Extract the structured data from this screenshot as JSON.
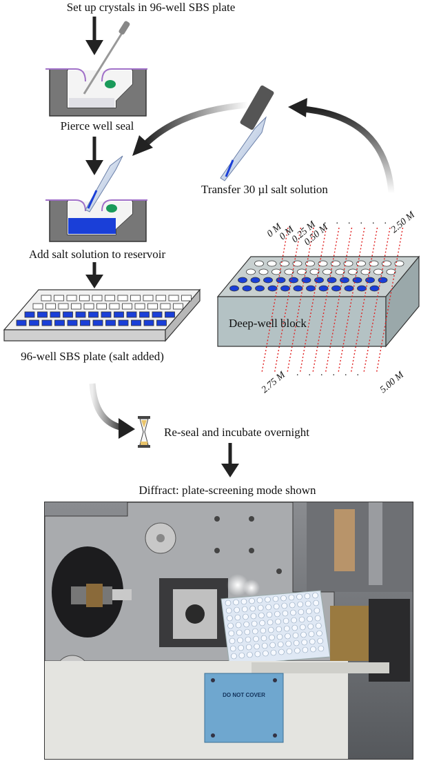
{
  "steps": {
    "setup": "Set up crystals in 96-well SBS plate",
    "pierce": "Pierce well seal",
    "transfer": "Transfer 30 µl salt solution",
    "add_salt": "Add salt solution to reservoir",
    "block": "Deep-well block",
    "plate": "96-well SBS plate (salt added)",
    "reseal": "Re-seal and incubate overnight",
    "diffract": "Diffract: plate-screening mode shown"
  },
  "concentrations": {
    "top": [
      "0 M",
      "0 M",
      "0.25 M",
      "0.50 M",
      "2.50 M"
    ],
    "bottom": [
      "2.75 M",
      "5.00 M"
    ]
  },
  "photo": {
    "sticker": "DO NOT COVER"
  },
  "colors": {
    "salt_blue": "#1a3fd8",
    "seal_purple": "#a070c8",
    "crystal_green": "#1a9a5a",
    "guide_red": "#e02020"
  }
}
